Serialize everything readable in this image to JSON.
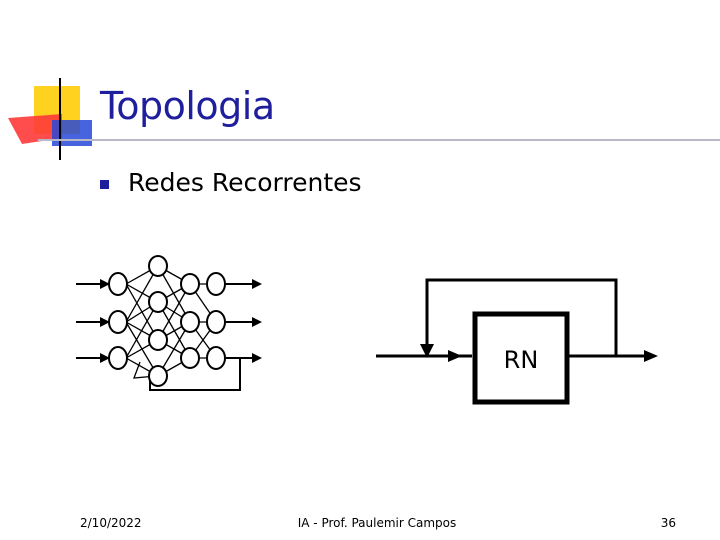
{
  "slide": {
    "title": "Topologia",
    "bullet": "Redes Recorrentes",
    "diagram": {
      "block_label": "RN"
    },
    "footer": {
      "date": "2/10/2022",
      "author": "IA - Prof. Paulemir Campos",
      "page": "36"
    },
    "colors": {
      "title": "#1f1f9e",
      "accent_yellow": "#ffd21f",
      "accent_red": "#ff3a3a",
      "accent_blue": "#2848d8"
    }
  }
}
